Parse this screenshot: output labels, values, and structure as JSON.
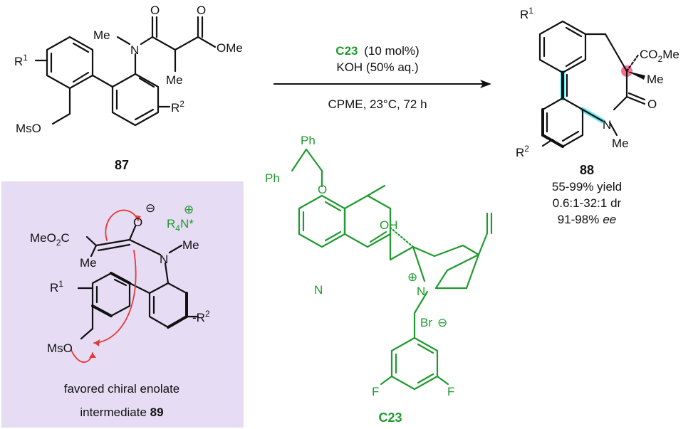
{
  "colors": {
    "bond": "#111111",
    "catalyst": "#1f9a2f",
    "panel": "#e6dcf4",
    "arrow_red": "#e53935",
    "highlight_cyan": "#52e3ee",
    "stereocenter": "#f2597c"
  },
  "reactant": {
    "label": "87",
    "atoms": {
      "me": "Me",
      "n": "N",
      "o1": "O",
      "o2": "O",
      "ome": "OMe",
      "me2": "Me",
      "msoo": "MsO",
      "r1": "R",
      "r1_sup": "1",
      "r2": "R",
      "r2_sup": "2"
    }
  },
  "conditions": {
    "catalyst_label": "C23",
    "catalyst_loading": "(10 mol%)",
    "base": "KOH (50% aq.)",
    "solvent_line": "CPME, 23°C, 72 h"
  },
  "product": {
    "label": "88",
    "yield": "55-99% yield",
    "dr": "0.6:1-32:1 dr",
    "ee_value": "91-98%",
    "ee_unit": "ee",
    "atoms": {
      "r1": "R",
      "r1_sup": "1",
      "co2me_a": "CO",
      "co2me_sub": "2",
      "co2me_b": "Me",
      "me": "Me",
      "o": "O",
      "n": "N",
      "nme": "Me",
      "r2": "R",
      "r2_sup": "2"
    }
  },
  "catalyst": {
    "label": "C23",
    "atoms": {
      "ph1": "Ph",
      "ph2": "Ph",
      "o": "O",
      "oh": "OH",
      "n_quin": "N",
      "n_plus": "N",
      "plus": "⊕",
      "br": "Br",
      "minus": "⊖",
      "f1": "F",
      "f2": "F"
    }
  },
  "intermediate": {
    "line1": "favored chiral enolate",
    "line2_text": "intermediate ",
    "line2_num": "89",
    "atoms": {
      "meo2c_a": "MeO",
      "meo2c_sub": "2",
      "meo2c_b": "C",
      "o": "O",
      "minus": "⊖",
      "r4n": "R",
      "r4n_sub": "4",
      "r4n_b": "N*",
      "plus": "⊕",
      "n": "N",
      "nme": "Me",
      "me": "Me",
      "r1": "R",
      "r1_sup": "1",
      "r2": "-R",
      "r2_sup": "2",
      "msoo": "MsO"
    }
  }
}
